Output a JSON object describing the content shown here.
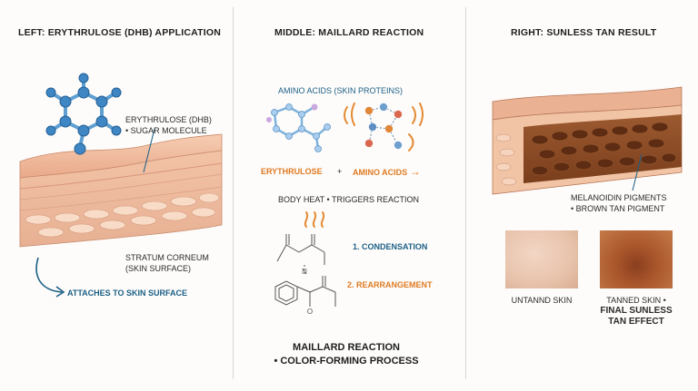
{
  "left": {
    "header": "LEFT: ERYTHRULOSE (DHB) APPLICATION",
    "molecule_label_1": "ERYTHRULOSE (DHB)",
    "molecule_label_2": "• SUGAR MOLECULE",
    "layer_label_1": "STRATUM CORNEUM",
    "layer_label_2": "(SKIN SURFACE)",
    "arrow_label": "ATTACHES TO SKIN SURFACE"
  },
  "middle": {
    "header": "MIDDLE: MAILLARD REACTION",
    "amino_title": "AMINO ACIDS (SKIN PROTEINS)",
    "reactant_1": "ERYTHRULOSE",
    "plus": "+",
    "reactant_2": "AMINO ACIDS",
    "arrow": "→",
    "heat_label": "BODY HEAT • TRIGGERS REACTION",
    "step_1": "1. CONDENSATION",
    "step_2": "2. REARRANGEMENT",
    "footer_1": "MAILLARD REACTION",
    "footer_2": "• COLOR-FORMING PROCESS"
  },
  "right": {
    "header": "RIGHT: SUNLESS TAN RESULT",
    "pigment_1": "MELANOIDIN PIGMENTS",
    "pigment_2": "• BROWN TAN PIGMENT",
    "untanned": "UNTANND SKIN",
    "tanned_1": "TANNED SKIN •",
    "tanned_2": "FINAL SUNLESS",
    "tanned_3": "TAN EFFECT"
  },
  "colors": {
    "accent_blue": "#1c5f86",
    "accent_orange": "#e07a22",
    "skin": "#f1c7a8",
    "tan": "#8a4a24"
  },
  "icons": [
    "molecule-icon",
    "heat-waves-icon",
    "curved-arrow-icon",
    "reaction-arrow-icon"
  ]
}
